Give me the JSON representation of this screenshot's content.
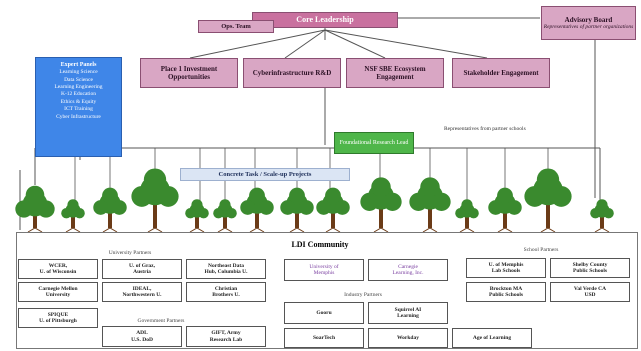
{
  "core": "Core Leadership",
  "ops": "Ops. Team",
  "advisory": {
    "title": "Advisory Board",
    "sub": "Representatives of partner organizations"
  },
  "expert": {
    "title": "Expert Panels",
    "items": [
      "Learning Science",
      "Data Science",
      "Learning Engineering",
      "K-12 Education",
      "Ethics & Equity",
      "ICT Training",
      "Cyber Infrastructure"
    ]
  },
  "areas": [
    "Place 1 Investment Opportunities",
    "Cyberinfrastructure R&D",
    "NSF SBE Ecosystem Engagement",
    "Stakeholder Engagement"
  ],
  "research_lead": "Foundational Research Lead",
  "representatives": "Representatives from partner schools",
  "projects": "Concrete Task / Scale-up Projects",
  "community": "LDI Community",
  "university": {
    "label": "University Partners",
    "items": [
      [
        "WCER,",
        "U. of Wisconsin"
      ],
      [
        "U. of Graz,",
        "Austria"
      ],
      [
        "Northeast Data",
        "Hub, Columbia U."
      ],
      [
        "Carnegie Mellon",
        "University"
      ],
      [
        "IDEAL,",
        "Northwestern U."
      ],
      [
        "Christian",
        "Brothers U."
      ],
      [
        "SPIQUE",
        "U. of Pittsburgh"
      ]
    ]
  },
  "government": {
    "label": "Government Partners",
    "items": [
      [
        "ADL",
        "U.S. DoD"
      ],
      [
        "GIFT, Army",
        "Research Lab"
      ]
    ]
  },
  "purple": [
    [
      "University of",
      "Memphis"
    ],
    [
      "Carnegie",
      "Learning, Inc."
    ]
  ],
  "industry": {
    "label": "Industry Partners",
    "items": [
      [
        "Gooru"
      ],
      [
        "Squirrel AI",
        "Learning"
      ],
      [
        "SoarTech"
      ],
      [
        "Workday"
      ],
      [
        "Age of Learning"
      ]
    ]
  },
  "school": {
    "label": "School Partners",
    "items": [
      [
        "U. of Memphis",
        "Lab Schools"
      ],
      [
        "Shelby County",
        "Public Schools"
      ],
      [
        "Brockton MA",
        "Public Schools"
      ],
      [
        "Val Verde CA",
        "USD"
      ]
    ]
  },
  "colors": {
    "core": "#c9719f",
    "area": "#d9a6c4",
    "expert": "#3f86e8",
    "research": "#4fb64a",
    "projects": "#dbe5f4",
    "tree": "#3a8a2e",
    "trunk": "#6b3b17"
  }
}
